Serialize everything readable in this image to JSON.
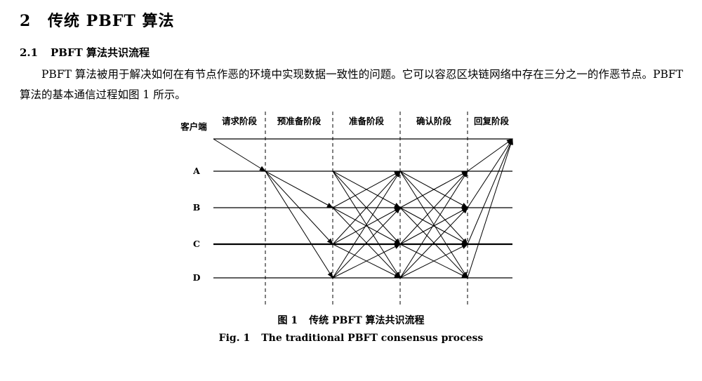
{
  "section": {
    "number": "2",
    "title": "传统 PBFT 算法"
  },
  "subsection": {
    "number": "2.1",
    "title": "PBFT 算法共识流程"
  },
  "paragraph": "PBFT 算法被用于解决如何在有节点作恶的环境中实现数据一致性的问题。它可以容忍区块链网络中存在三分之一的作恶节点。PBFT 算法的基本通信过程如图 1 所示。",
  "figure": {
    "phases": [
      "请求阶段",
      "预准备阶段",
      "准备阶段",
      "确认阶段",
      "回复阶段"
    ],
    "client_label": "客户端",
    "nodes": [
      "A",
      "B",
      "C",
      "D"
    ],
    "caption_zh_number": "图 1",
    "caption_zh": "传统 PBFT 算法共识流程",
    "caption_en_number": "Fig. 1",
    "caption_en": "The traditional PBFT consensus process"
  }
}
